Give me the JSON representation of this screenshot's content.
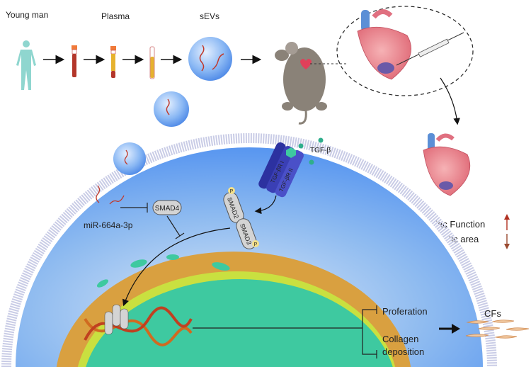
{
  "labels": {
    "young_man": "Young man",
    "plasma": "Plasma",
    "sevs": "sEVs",
    "tgf_beta": "TGF-β",
    "tgf_br1": "TGF-βR I",
    "tgf_br2": "TGF-βR II",
    "mirna": "miR-664a-3p",
    "smad4": "SMAD4",
    "smad2": "SMAD2",
    "smad3": "SMAD3",
    "phospho": "P",
    "cardiac_function": "Cardiac Function",
    "fibrotic_area": "Fibrotic area",
    "proliferation": "Proferation",
    "collagen_line1": "Collagen",
    "collagen_line2": "deposition",
    "cfs": "CFs"
  },
  "colors": {
    "cell_blue": "#5b9cf2",
    "membrane": "#c9cce6",
    "nucleus_outer": "#d9a040",
    "nucleus_inner": "#3ec9a0",
    "receptor": "#3a3fb5",
    "human": "#8fd6cf",
    "up_arrow": "#b03020",
    "down_arrow": "#9a4a30"
  }
}
